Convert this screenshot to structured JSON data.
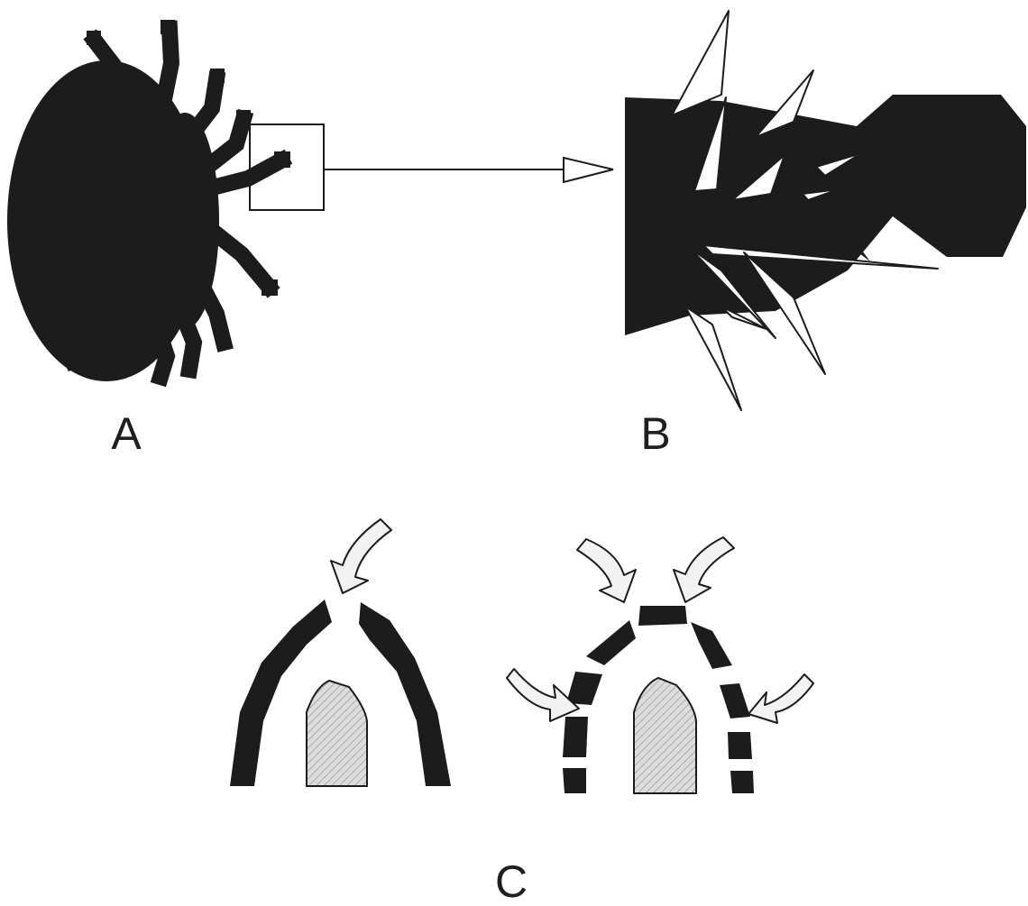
{
  "figure": {
    "panel_labels": {
      "a": "A",
      "b": "B",
      "c": "C"
    },
    "colors": {
      "background": "#ffffff",
      "silhouette": "#1c1c1c",
      "outline": "#1c1c1c",
      "callout_fill": "#ffffff",
      "arrow_fill": "#f2f2f2",
      "hatched_fill": "#d9d9d9"
    }
  }
}
